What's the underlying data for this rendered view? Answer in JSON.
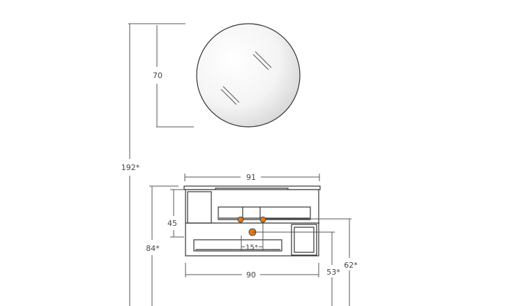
{
  "dimensions": {
    "mirror_height": "70",
    "total_height": "192*",
    "top_width": "91",
    "cabinet_height": "45",
    "wall_height": "84*",
    "gap": "15*",
    "bottom_width": "90",
    "height_53": "53*",
    "height_62": "62*"
  },
  "colors": {
    "line": "#333333",
    "dim_line": "#555555",
    "text": "#444444",
    "accent": "#e07a1f",
    "mirror_highlight": "#d8d8d8",
    "background": "#ffffff"
  }
}
